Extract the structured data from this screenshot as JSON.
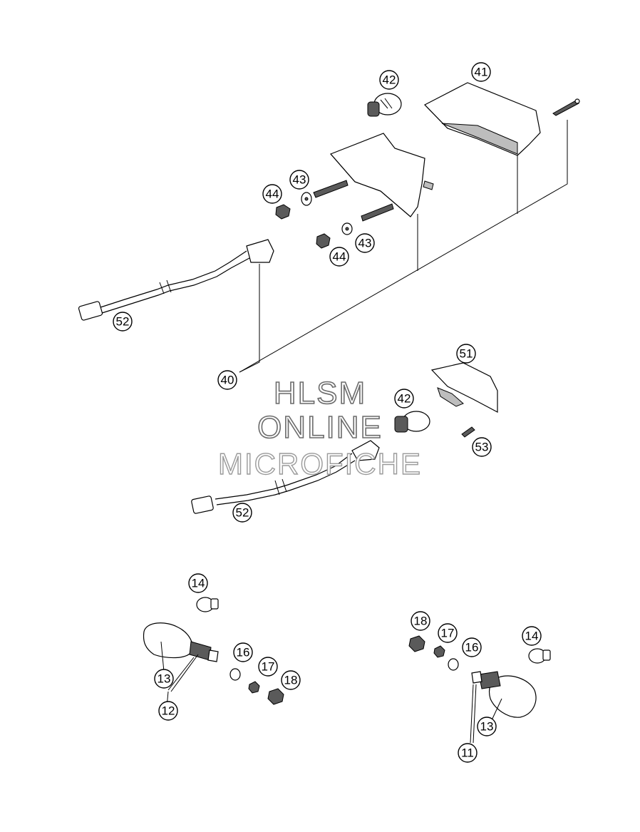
{
  "watermark": {
    "line1": "HLSM",
    "line2": "ONLINE",
    "line3": "MICROFICHE"
  },
  "callouts": {
    "c40": "40",
    "c41": "41",
    "c42a": "42",
    "c42b": "42",
    "c43a": "43",
    "c43b": "43",
    "c44a": "44",
    "c44b": "44",
    "c51": "51",
    "c52a": "52",
    "c52b": "52",
    "c53": "53",
    "c14a": "14",
    "c14b": "14",
    "c16a": "16",
    "c16b": "16",
    "c17a": "17",
    "c17b": "17",
    "c18a": "18",
    "c18b": "18",
    "c13a": "13",
    "c13b": "13",
    "c12": "12",
    "c11": "11"
  }
}
